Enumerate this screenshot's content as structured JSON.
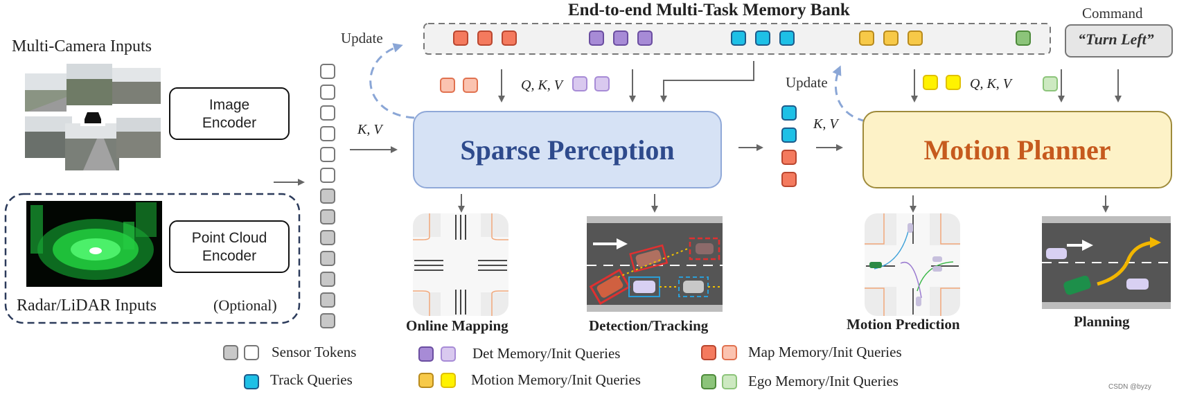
{
  "header": {
    "memory_bank_title": "End-to-end Multi-Task Memory Bank",
    "command_title": "Command",
    "command_value": "“Turn Left”"
  },
  "inputs": {
    "camera_title": "Multi-Camera Inputs",
    "image_encoder": [
      "Image",
      "Encoder"
    ],
    "point_cloud_encoder": [
      "Point Cloud",
      "Encoder"
    ],
    "lidar_title": "Radar/LiDAR Inputs",
    "lidar_optional": "(Optional)"
  },
  "labels": {
    "update_left": "Update",
    "update_right": "Update",
    "qkv_left": "Q, K, V",
    "qkv_right": "Q, K, V",
    "kv_left": "K, V",
    "kv_right": "K, V"
  },
  "modules": {
    "sparse_perception": "Sparse Perception",
    "motion_planner": "Motion Planner"
  },
  "outputs": {
    "online_mapping": "Online Mapping",
    "detection_tracking": "Detection/Tracking",
    "motion_prediction": "Motion Prediction",
    "planning": "Planning"
  },
  "legend": {
    "sensor_tokens": "Sensor Tokens",
    "track_queries": "Track Queries",
    "det_memory": "Det Memory/Init Queries",
    "motion_memory": "Motion  Memory/Init Queries",
    "map_memory": "Map Memory/Init Queries",
    "ego_memory": "Ego Memory/Init Queries"
  },
  "watermark": "CSDN @byzy",
  "colors": {
    "map_memory": "#f47a5e",
    "map_init": "#fbc3b0",
    "det_memory": "#a78bd6",
    "det_init": "#d9c9ef",
    "track": "#1ec0e6",
    "motion_memory": "#f7c948",
    "motion_init": "#fff200",
    "ego_memory": "#8cc47a",
    "ego_init": "#cde9c1",
    "sensor": "#c8c8c8",
    "perception_fill": "#d6e2f5",
    "perception_border": "#8fa8d8",
    "perception_text": "#2e4a8c",
    "planner_fill": "#fdf2c7",
    "planner_border": "#9e8a3a",
    "planner_text": "#c65a1e",
    "update_arrow": "#8aa6d6"
  }
}
